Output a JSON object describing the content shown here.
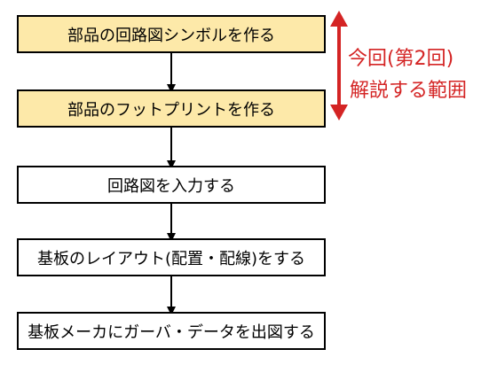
{
  "steps": [
    {
      "label": "部品の回路図シンボルを作る",
      "highlighted": true
    },
    {
      "label": "部品のフットプリントを作る",
      "highlighted": true
    },
    {
      "label": "回路図を入力する",
      "highlighted": false
    },
    {
      "label": "基板のレイアウト(配置・配線)をする",
      "highlighted": false
    },
    {
      "label": "基板メーカにガーバ・データを出図する",
      "highlighted": false
    }
  ],
  "scope": {
    "line1": "今回(第2回)",
    "line2": "解説する範囲"
  },
  "colors": {
    "highlight_fill": "#fde9a9",
    "scope_red": "#d42424",
    "box_border": "#000000"
  }
}
